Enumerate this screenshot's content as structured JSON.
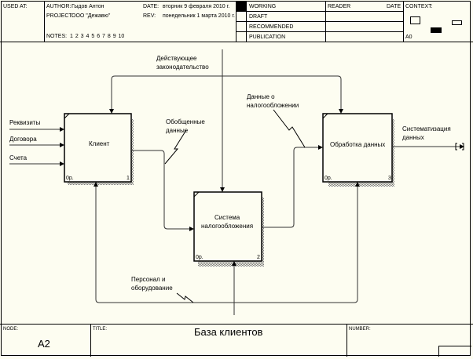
{
  "header": {
    "used_at_label": "USED AT:",
    "author_label": "AUTHOR:",
    "author": "Гыдов Антон",
    "project_label": "PROJECT:",
    "project": "ООО \"Дежавю\"",
    "date_label": "DATE:",
    "date": "вторник 9 февраля 2010 г.",
    "rev_label": "REV:",
    "rev": "понедельник 1 марта 2010 г.",
    "notes_label": "NOTES:",
    "notes": "1 2 3 4 5 6 7 8 9 10",
    "status": [
      "WORKING",
      "DRAFT",
      "RECOMMENDED",
      "PUBLICATION"
    ],
    "reader_label": "READER",
    "reader_date_label": "DATE",
    "context_label": "CONTEXT:",
    "context_node": "A0"
  },
  "diagram": {
    "boxes": [
      {
        "name": "Клиент",
        "cost": "0р.",
        "number": "1"
      },
      {
        "name": "Система налогообложения",
        "name_lines": [
          "Система",
          "налогообложения"
        ],
        "cost": "0р.",
        "number": "2"
      },
      {
        "name": "Обработка данных",
        "cost": "0р.",
        "number": "3"
      }
    ],
    "arrows": {
      "inputs": [
        "Реквизиты",
        "Договора",
        "Счета"
      ],
      "control": [
        "Действующее",
        "законодательство"
      ],
      "generalized": [
        "Обобщенные",
        "данные"
      ],
      "tax_data": [
        "Данные о",
        "налогообложении"
      ],
      "output": [
        "Систематизация",
        "данных"
      ],
      "mechanism": [
        "Персонал и",
        "оборудование"
      ]
    }
  },
  "footer": {
    "node_label": "NODE:",
    "node": "A2",
    "title_label": "TITLE:",
    "title": "База клиентов",
    "number_label": "NUMBER:"
  }
}
